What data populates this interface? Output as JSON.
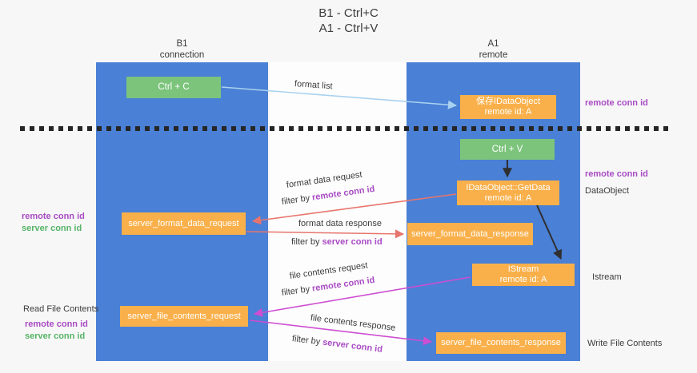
{
  "title": {
    "line1": "B1 - Ctrl+C",
    "line2": "A1 - Ctrl+V"
  },
  "columns": {
    "left": {
      "name_line": "B1",
      "role_line": "connection"
    },
    "right": {
      "name_line": "A1",
      "role_line": "remote"
    }
  },
  "boxes": {
    "ctrl_c": {
      "label": "Ctrl + C"
    },
    "ctrl_v": {
      "label": "Ctrl + V"
    },
    "save_dataobject": {
      "line1": "保存IDataObject",
      "line2": "remote id: A"
    },
    "getdata": {
      "line1": "IDataObject::GetData",
      "line2": "remote id: A"
    },
    "istream": {
      "line1": "IStream",
      "line2": "remote id: A"
    },
    "server_format_data_request": {
      "label": "server_format_data_request"
    },
    "server_format_data_response": {
      "label": "server_format_data_response"
    },
    "server_file_contents_request": {
      "label": "server_file_contents_request"
    },
    "server_file_contents_response": {
      "label": "server_file_contents_response"
    }
  },
  "side_labels": {
    "right_top_remote_conn_id": "remote conn id",
    "right_mid_remote_conn_id": "remote conn id",
    "dataobject": "DataObject",
    "istream": "Istream",
    "write_file_contents": "Write File Contents",
    "left_remote_conn_id_1": "remote conn id",
    "left_server_conn_id_1": "server conn id",
    "read_file_contents": "Read File Contents",
    "left_remote_conn_id_2": "remote conn id",
    "left_server_conn_id_2": "server conn id"
  },
  "arrow_labels": {
    "format_list": "format list",
    "format_data_request": "format data request",
    "filter_by_1": "filter by ",
    "filter_remote_1": "remote conn id",
    "format_data_response": "format data response",
    "filter_by_2": "filter by ",
    "filter_server_1": "server conn id",
    "file_contents_request": "file contents request",
    "filter_by_3": "filter by ",
    "filter_remote_2": "remote conn id",
    "file_contents_response": "file contents response",
    "filter_by_4": "filter by ",
    "filter_server_2": "server conn id"
  },
  "colors": {
    "page_bg": "#f7f7f7",
    "gap_white": "#fdfdfd",
    "column_blue": "#4a80d5",
    "box_green": "#7cc47c",
    "box_orange": "#f9b04a",
    "arrow_light_blue": "#a9d2f0",
    "arrow_salmon": "#e8756d",
    "arrow_magenta": "#cd4ed2",
    "arrow_black": "#2f2f2f",
    "label_purple": "#a94bc4",
    "label_green": "#56b366",
    "text_dark": "#3c3c3c"
  }
}
